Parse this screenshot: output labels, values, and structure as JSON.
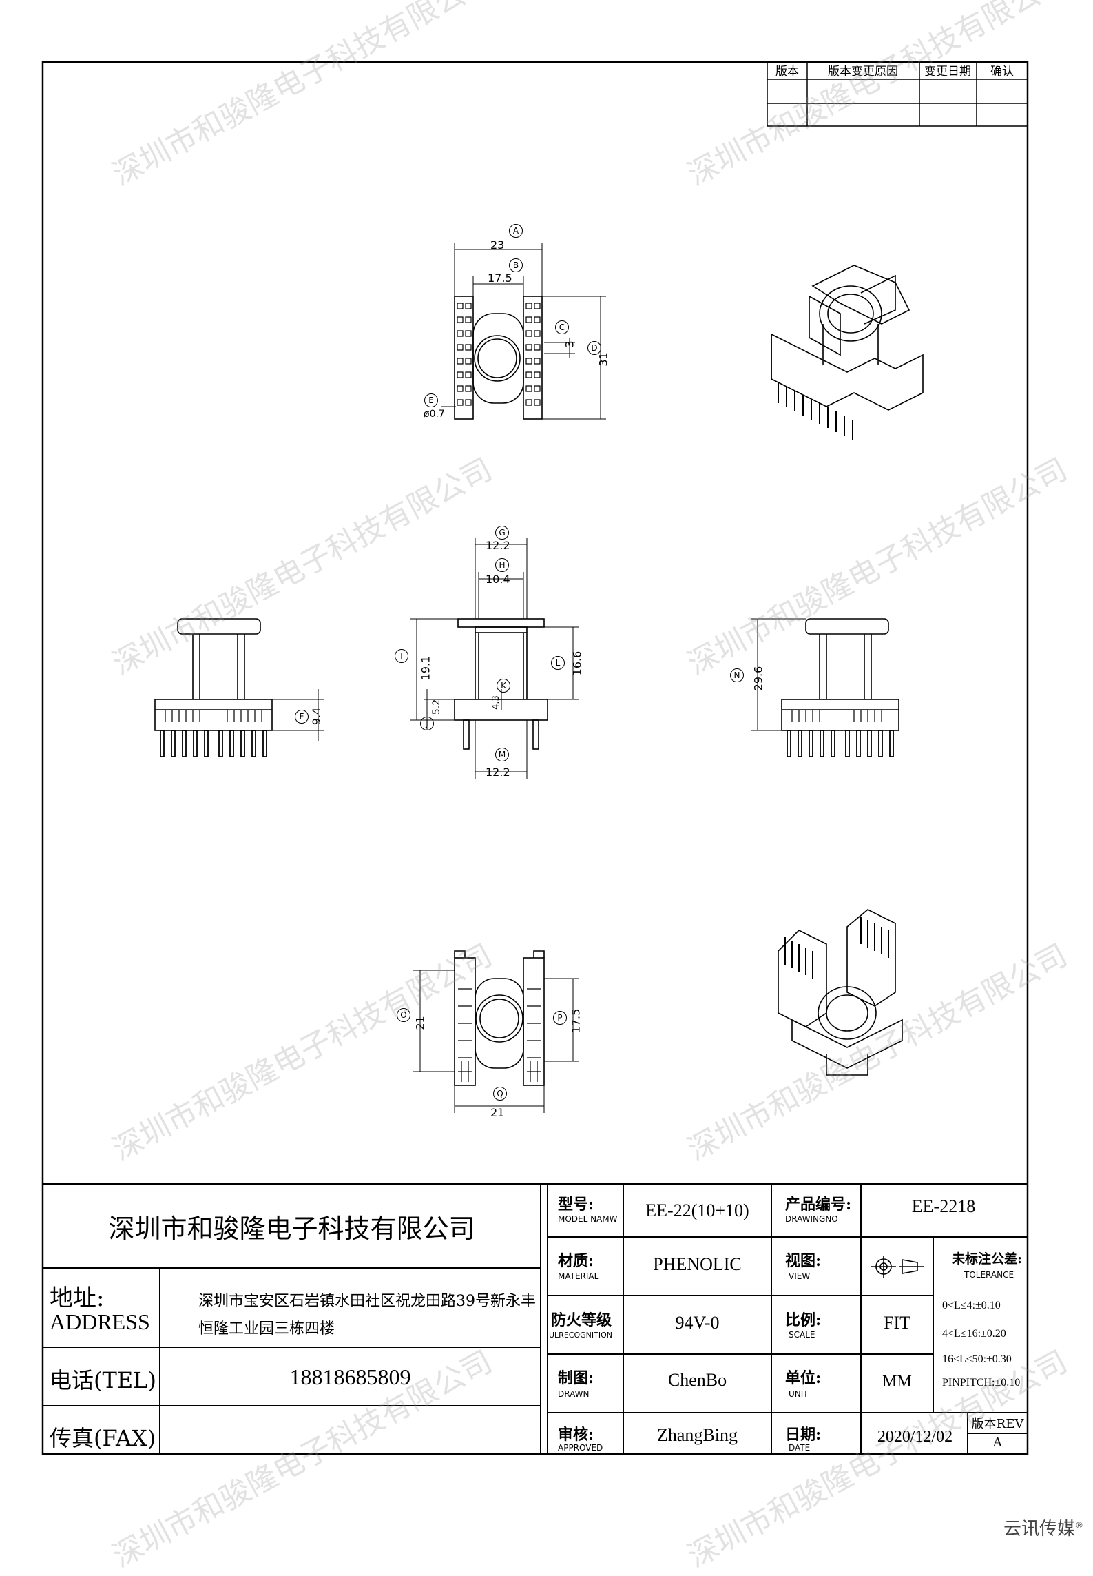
{
  "revision_table": {
    "headers": [
      "版本",
      "版本变更原因",
      "变更日期",
      "确认"
    ]
  },
  "dimensions": {
    "A": "23",
    "B": "17.5",
    "C": "3",
    "D": "31",
    "E": "ø0.7",
    "F": "9.4",
    "G": "12.2",
    "H": "10.4",
    "I": "19.1",
    "J": "5.2",
    "K": "4.3",
    "L": "16.6",
    "M": "12.2",
    "N": "29.6",
    "O": "21",
    "P": "17.5",
    "Q": "21"
  },
  "dim_letters": [
    "A",
    "B",
    "C",
    "D",
    "E",
    "F",
    "G",
    "H",
    "I",
    "J",
    "K",
    "L",
    "M",
    "N",
    "O",
    "P",
    "Q"
  ],
  "watermark": "深圳市和骏隆电子科技有限公司",
  "title_block": {
    "company": "深圳市和骏隆电子科技有限公司",
    "address_label": "地址:",
    "address_label_en": "ADDRESS",
    "address_line1": "深圳市宝安区石岩镇水田社区祝龙田路39号新永丰",
    "address_line2": "恒隆工业园三栋四楼",
    "tel_label": "电话(TEL)",
    "tel": "18818685809",
    "fax_label": "传真(FAX)",
    "model_label": "型号:",
    "model_label_en": "MODEL NAMW",
    "model": "EE-22(10+10)",
    "product_no_label": "产品编号:",
    "product_no_label_en": "DRAWINGNO",
    "product_no": "EE-2218",
    "material_label": "材质:",
    "material_label_en": "MATERIAL",
    "material": "PHENOLIC",
    "view_label": "视图:",
    "view_label_en": "VIEW",
    "tolerance_label": "未标注公差:",
    "tolerance_label_en": "TOLERANCE",
    "tolerance_lines": [
      "0<L≤4:±0.10",
      "4<L≤16:±0.20",
      "16<L≤50:±0.30",
      "PINPITCH:±0.10"
    ],
    "fire_label": "防火等级",
    "fire_label_en": "ULRECOGNITION",
    "fire": "94V-0",
    "scale_label": "比例:",
    "scale_label_en": "SCALE",
    "scale": "FIT",
    "drawn_label": "制图:",
    "drawn_label_en": "DRAWN",
    "drawn": "ChenBo",
    "unit_label": "单位:",
    "unit_label_en": "UNIT",
    "unit": "MM",
    "approved_label": "审核:",
    "approved_label_en": "APPROVED",
    "approved": "ZhangBing",
    "date_label": "日期:",
    "date_label_en": "DATE",
    "date": "2020/12/02",
    "rev_label": "版本REV",
    "rev": "A"
  },
  "brand": "云讯传媒",
  "brand_mark": "®"
}
